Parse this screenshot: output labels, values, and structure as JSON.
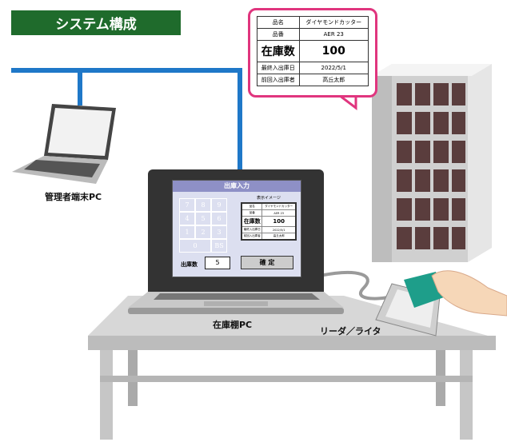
{
  "title": "システム構成",
  "callout": {
    "rows": [
      {
        "label": "品名",
        "value": "ダイヤモンドカッター"
      },
      {
        "label": "品番",
        "value": "AER 23"
      },
      {
        "label": "在庫数",
        "value": "100"
      },
      {
        "label": "最終入出庫日",
        "value": "2022/5/1"
      },
      {
        "label": "前回入出庫者",
        "value": "高丘太郎"
      }
    ]
  },
  "labels": {
    "admin_pc": "管理者端末PC",
    "shelf_pc": "在庫棚PC",
    "reader": "リーダ／ライタ"
  },
  "screen": {
    "header": "出庫入力",
    "keys": [
      "7",
      "8",
      "9",
      "4",
      "5",
      "6",
      "1",
      "2",
      "3",
      "0",
      "BS"
    ],
    "preview_caption": "表示イメージ",
    "qty_label": "出庫数",
    "qty_value": "5",
    "confirm": "確 定"
  },
  "colors": {
    "title_bg": "#1f6b2c",
    "network": "#1f78c8",
    "callout_border": "#e0357e",
    "screen_header": "#8e90c6"
  }
}
